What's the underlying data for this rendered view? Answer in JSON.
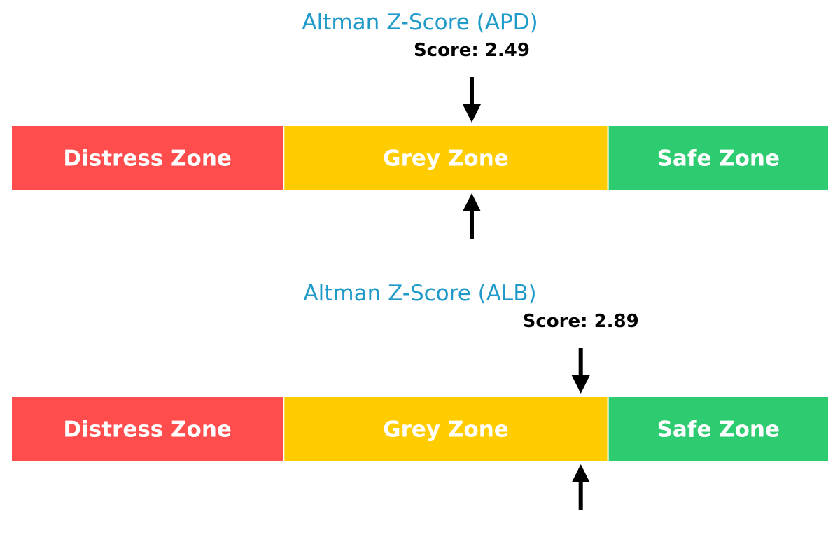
{
  "chart_data": [
    {
      "type": "gauge",
      "title": "Altman Z-Score (APD)",
      "score_label": "Score: 2.49",
      "score": 2.49,
      "xlim": [
        0.8,
        3.8
      ],
      "zones": [
        {
          "name": "Distress Zone",
          "start": 0.8,
          "end": 1.8,
          "color": "#ff4d4d"
        },
        {
          "name": "Grey Zone",
          "start": 1.8,
          "end": 2.99,
          "color": "#ffcc00"
        },
        {
          "name": "Safe Zone",
          "start": 2.99,
          "end": 3.8,
          "color": "#2ecc71"
        }
      ]
    },
    {
      "type": "gauge",
      "title": "Altman Z-Score (ALB)",
      "score_label": "Score: 2.89",
      "score": 2.89,
      "xlim": [
        0.8,
        3.8
      ],
      "zones": [
        {
          "name": "Distress Zone",
          "start": 0.8,
          "end": 1.8,
          "color": "#ff4d4d"
        },
        {
          "name": "Grey Zone",
          "start": 1.8,
          "end": 2.99,
          "color": "#ffcc00"
        },
        {
          "name": "Safe Zone",
          "start": 2.99,
          "end": 3.8,
          "color": "#2ecc71"
        }
      ]
    }
  ],
  "colors": {
    "title": "#1f9ac9",
    "arrow": "#000000",
    "zone_text": "#ffffff"
  }
}
